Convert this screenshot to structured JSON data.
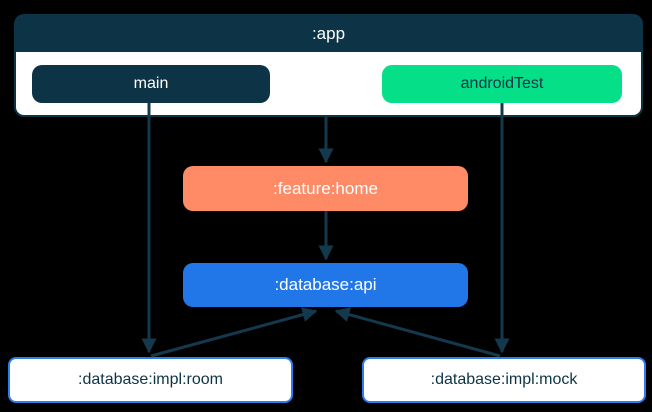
{
  "diagram": {
    "type": "module-dependency-graph",
    "nodes": {
      "app": {
        "label": ":app",
        "kind": "container",
        "fill": "#0D3446",
        "text_color": "#FFFFFF"
      },
      "main": {
        "label": "main",
        "kind": "source-set",
        "fill": "#0D3446",
        "text_color": "#FFFFFF"
      },
      "android_test": {
        "label": "androidTest",
        "kind": "source-set",
        "fill": "#05DF87",
        "text_color": "#0D3446"
      },
      "feature_home": {
        "label": ":feature:home",
        "kind": "module",
        "fill": "#FE8A66",
        "text_color": "#FFFFFF"
      },
      "database_api": {
        "label": ":database:api",
        "kind": "module",
        "fill": "#2277E8",
        "text_color": "#FFFFFF"
      },
      "database_impl_room": {
        "label": ":database:impl:room",
        "kind": "module",
        "fill": "#FFFFFF",
        "border": "#2B7DF2",
        "text_color": "#0D3446"
      },
      "database_impl_mock": {
        "label": ":database:impl:mock",
        "kind": "module",
        "fill": "#FFFFFF",
        "border": "#2B7DF2",
        "text_color": "#0D3446"
      }
    },
    "edges": [
      {
        "from": ":app",
        "to": ":feature:home"
      },
      {
        "from": "main",
        "to": ":database:impl:room"
      },
      {
        "from": "androidTest",
        "to": ":database:impl:mock"
      },
      {
        "from": ":feature:home",
        "to": ":database:api"
      },
      {
        "from": ":database:impl:room",
        "to": ":database:api"
      },
      {
        "from": ":database:impl:mock",
        "to": ":database:api"
      }
    ],
    "colors": {
      "background": "#000000",
      "navy": "#0D3446",
      "arrow": "#14384C",
      "green": "#05DF87",
      "orange": "#FE8A66",
      "blue": "#2277E8",
      "blue_border": "#2B7DF2",
      "white": "#FFFFFF"
    }
  }
}
